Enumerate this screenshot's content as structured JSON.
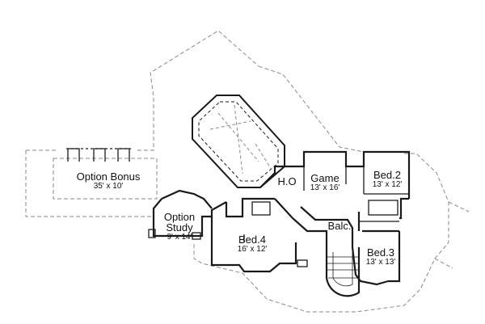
{
  "rooms": {
    "option_bonus": {
      "name": "Option Bonus",
      "dims": "35' x 10'"
    },
    "option_study": {
      "name_line1": "Option",
      "name_line2": "Study",
      "dims": "9' x 14'"
    },
    "game": {
      "name": "Game",
      "dims": "13' x 16'"
    },
    "bed2": {
      "name": "Bed.2",
      "dims": "13' x 12'"
    },
    "bed3": {
      "name": "Bed.3",
      "dims": "13' x 13'"
    },
    "bed4": {
      "name": "Bed.4",
      "dims": "16' x 12'"
    },
    "ho": {
      "name": "H.O"
    },
    "balc": {
      "name": "Balc."
    }
  },
  "colors": {
    "wall": "#1a1a1a",
    "dash": "#8a8a8a",
    "background": "#ffffff"
  }
}
